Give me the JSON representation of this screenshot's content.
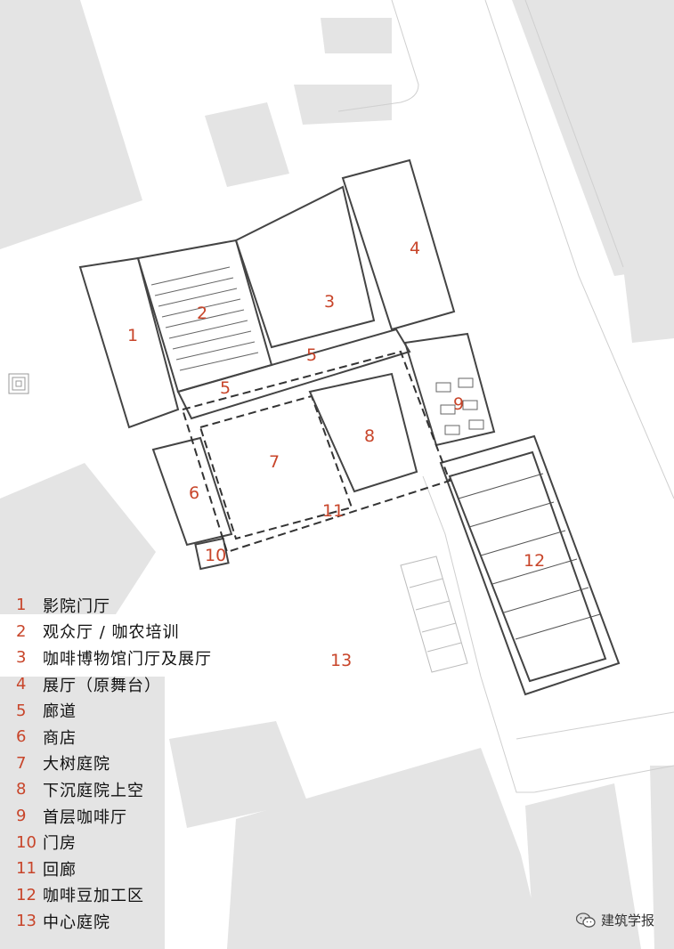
{
  "legend": [
    {
      "num": "1",
      "text": "影院门厅"
    },
    {
      "num": "2",
      "text": "观众厅 / 咖农培训"
    },
    {
      "num": "3",
      "text": "咖啡博物馆门厅及展厅"
    },
    {
      "num": "4",
      "text": "展厅（原舞台）"
    },
    {
      "num": "5",
      "text": "廊道"
    },
    {
      "num": "6",
      "text": "商店"
    },
    {
      "num": "7",
      "text": "大树庭院"
    },
    {
      "num": "8",
      "text": "下沉庭院上空"
    },
    {
      "num": "9",
      "text": "首层咖啡厅"
    },
    {
      "num": "10",
      "text": "门房"
    },
    {
      "num": "11",
      "text": "回廊"
    },
    {
      "num": "12",
      "text": "咖啡豆加工区"
    },
    {
      "num": "13",
      "text": "中心庭院"
    }
  ],
  "plan_labels": {
    "l1": "1",
    "l2": "2",
    "l3": "3",
    "l4": "4",
    "l5a": "5",
    "l5b": "5",
    "l6": "6",
    "l7": "7",
    "l8": "8",
    "l9": "9",
    "l10": "10",
    "l11": "11",
    "l12": "12",
    "l13": "13"
  },
  "watermark": {
    "text": "建筑学报",
    "icon": "wechat-icon"
  },
  "colors": {
    "accent": "#c8452a",
    "block": "#e3e3e3",
    "line": "#555555"
  }
}
